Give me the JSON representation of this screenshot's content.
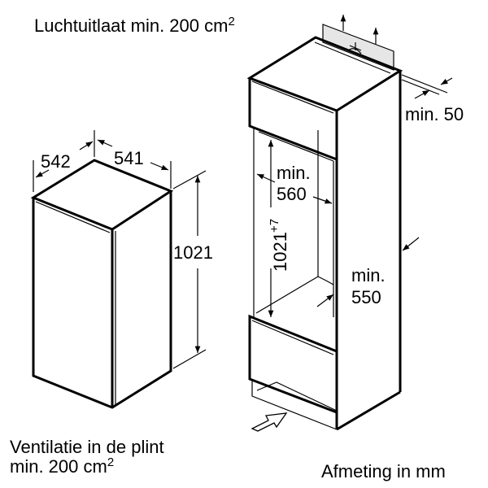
{
  "top_label": {
    "text": "Luchtuitlaat min. 200 cm",
    "sup": "2"
  },
  "bottom_left_label": {
    "line1": "Ventilatie in de plint",
    "line2": "min. 200 cm",
    "sup": "2"
  },
  "units_label": "Afmeting in mm",
  "appliance": {
    "depth": "542",
    "width": "541",
    "height": "1021"
  },
  "niche": {
    "gap_top": "min. 50",
    "width_label": "min.",
    "width_value": "560",
    "height_value": "1021",
    "height_tolerance": "+7",
    "depth_label": "min.",
    "depth_value": "550"
  }
}
